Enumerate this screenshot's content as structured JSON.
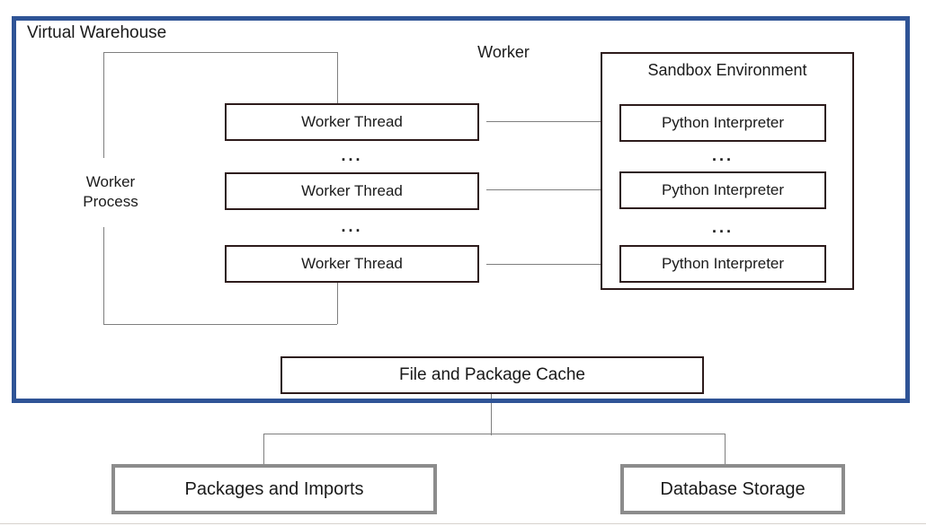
{
  "diagram": {
    "virtual_warehouse": {
      "title": "Virtual Warehouse"
    },
    "worker": {
      "group_label": "Worker",
      "process_label": "Worker\nProcess",
      "threads": [
        {
          "label": "Worker Thread"
        },
        {
          "label": "Worker Thread"
        },
        {
          "label": "Worker Thread"
        }
      ],
      "ellipsis": "..."
    },
    "sandbox": {
      "title": "Sandbox Environment",
      "interpreters": [
        {
          "label": "Python Interpreter"
        },
        {
          "label": "Python Interpreter"
        },
        {
          "label": "Python Interpreter"
        }
      ],
      "ellipsis": "..."
    },
    "cache": {
      "label": "File and Package Cache"
    },
    "storage": {
      "packages": {
        "label": "Packages and Imports"
      },
      "database": {
        "label": "Database Storage"
      }
    },
    "colors": {
      "outer_border": "#2F5496",
      "node_border": "#2d1b1b",
      "connector": "#7f7f7f",
      "storage_border": "#8c8c8c"
    }
  }
}
